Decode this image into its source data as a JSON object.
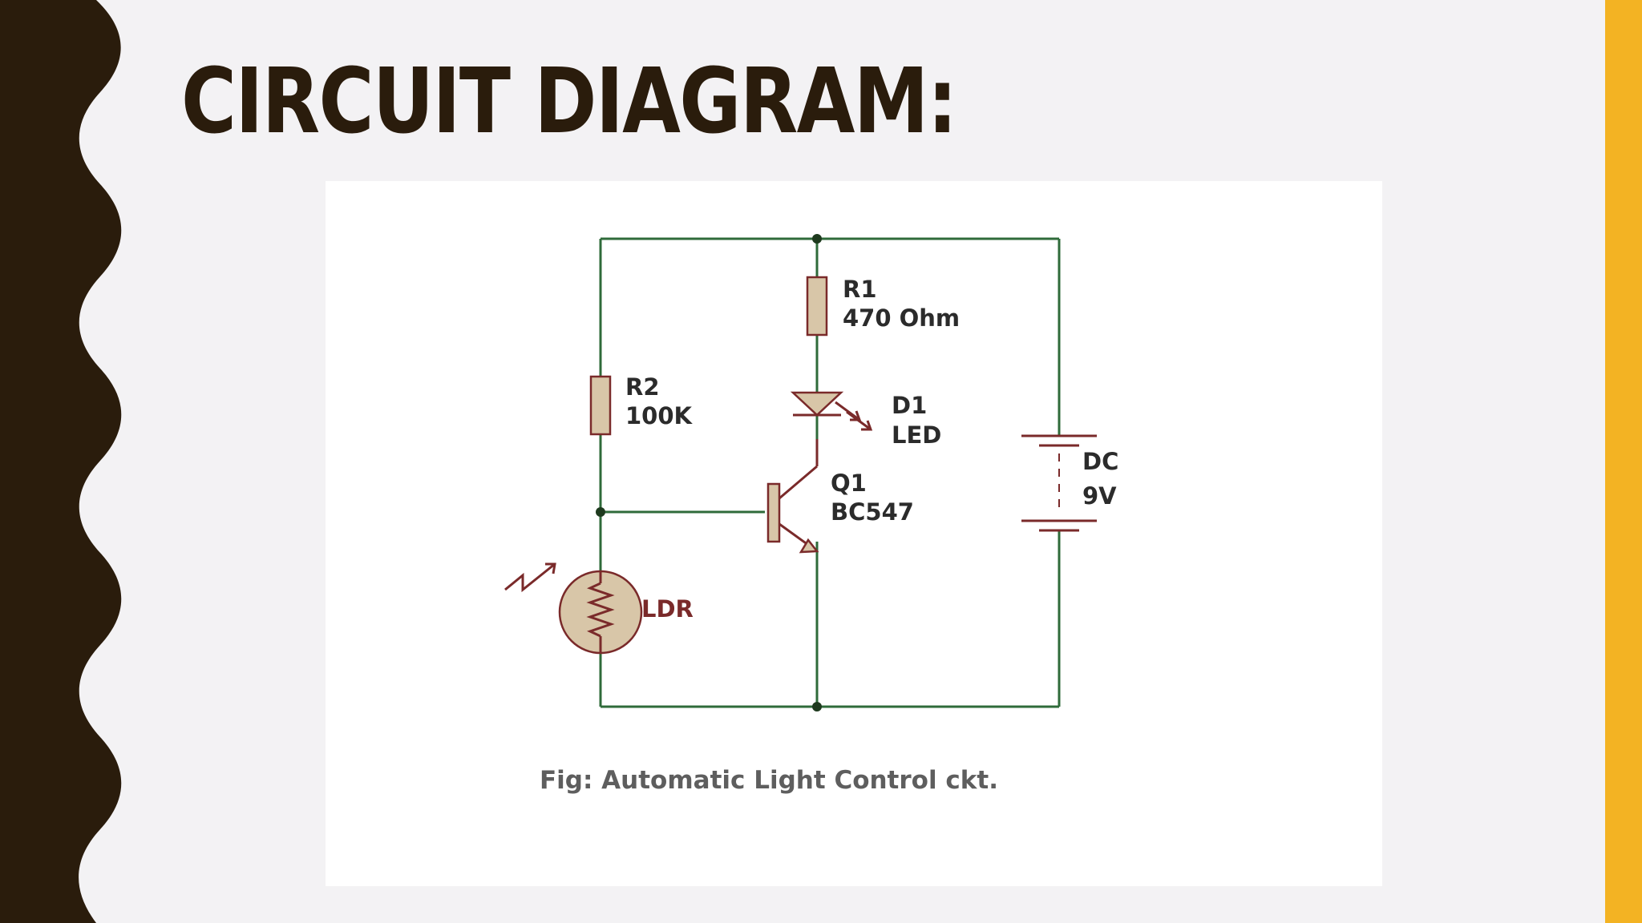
{
  "slide": {
    "title": "CIRCUIT DIAGRAM:",
    "accent_colors": {
      "left_border": "#2a1c0c",
      "right_bar": "#f3b323"
    }
  },
  "circuit": {
    "components": {
      "r1": {
        "ref": "R1",
        "value": "470 Ohm"
      },
      "r2": {
        "ref": "R2",
        "value": "100K"
      },
      "d1": {
        "ref": "D1",
        "value": "LED"
      },
      "q1": {
        "ref": "Q1",
        "value": "BC547"
      },
      "battery": {
        "ref": "DC",
        "value": "9V"
      },
      "ldr": {
        "ref": "LDR"
      }
    },
    "caption": "Fig: Automatic Light Control ckt."
  }
}
